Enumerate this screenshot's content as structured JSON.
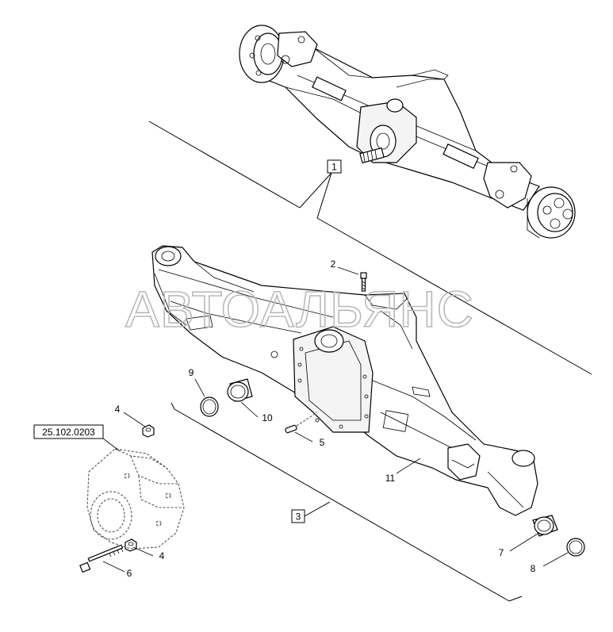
{
  "watermark": "АВТОАЛЬЯНС",
  "reference_code": "25.102.0203",
  "callouts": {
    "c1": "1",
    "c2": "2",
    "c3": "3",
    "c4a": "4",
    "c4b": "4",
    "c5": "5",
    "c6": "6",
    "c7": "7",
    "c8": "8",
    "c9": "9",
    "c10": "10",
    "c11": "11"
  }
}
